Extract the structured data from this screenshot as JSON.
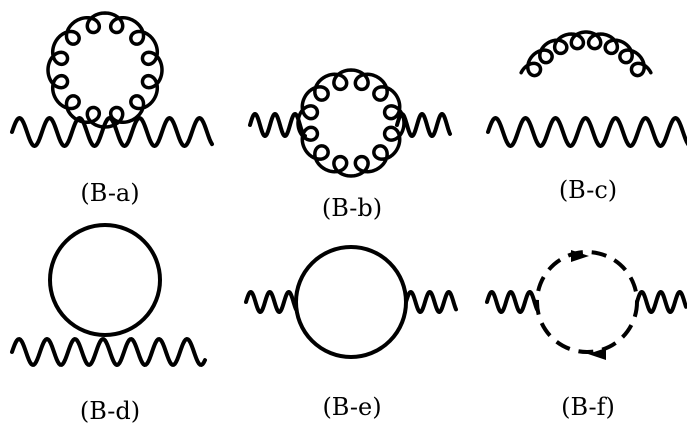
{
  "diagrams": [
    {
      "id": "B-a",
      "caption": "(B-a)"
    },
    {
      "id": "B-b",
      "caption": "(B-b)"
    },
    {
      "id": "B-c",
      "caption": "(B-c)"
    },
    {
      "id": "B-d",
      "caption": "(B-d)"
    },
    {
      "id": "B-e",
      "caption": "(B-e)"
    },
    {
      "id": "B-f",
      "caption": "(B-f)"
    }
  ],
  "colors": {
    "line": "#000000",
    "background": "#ffffff"
  }
}
